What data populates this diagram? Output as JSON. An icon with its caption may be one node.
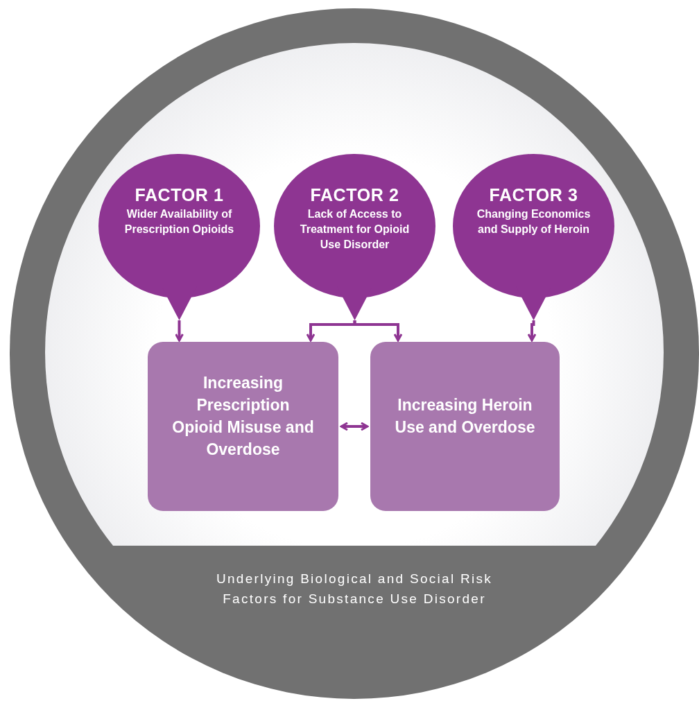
{
  "diagram": {
    "nodes": [
      {
        "text": [
          "Underlying Biological and Social Risk Factors for Substance Use Disorder"
        ]
      },
      {
        "text": [
          "FACTOR 1",
          "Wider Availability of Prescription Opioids"
        ],
        "in": 0
      },
      {
        "text": [
          "FACTOR 2",
          "Lack of Access to Treatment for Opioid Use Disorder"
        ],
        "in": 0
      },
      {
        "text": [
          "FACTOR 3",
          "Changing Economics and Supply of Heroin"
        ],
        "in": 0
      },
      {
        "text": [
          "Increasing Prescription Opioid Misuse and Overdose"
        ],
        "in": 0
      },
      {
        "text": [
          "Increasing Heroin Use and Overdose"
        ],
        "in": 0
      }
    ],
    "edges": [
      {
        "from": 1,
        "to": 4,
        "arrow": "to"
      },
      {
        "from": 2,
        "to": 4,
        "arrow": "to"
      },
      {
        "from": 2,
        "to": 5,
        "arrow": "to"
      },
      {
        "from": 3,
        "to": 5,
        "arrow": "to"
      },
      {
        "from": 4,
        "to": 5,
        "arrow": "both"
      }
    ]
  }
}
